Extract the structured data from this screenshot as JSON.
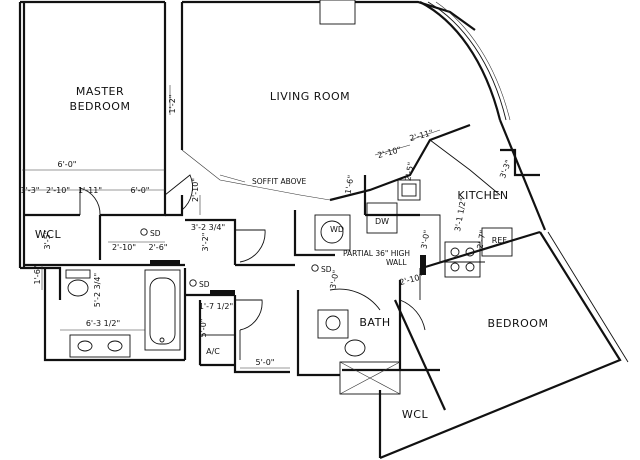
{
  "rooms": {
    "master_bedroom_line1": "MASTER",
    "master_bedroom_line2": "BEDROOM",
    "living_room": "LIVING ROOM",
    "kitchen": "KITCHEN",
    "bedroom": "BEDROOM",
    "bath": "BATH",
    "wcl_left": "WCL",
    "wcl_right": "WCL"
  },
  "fixtures": {
    "wd": "WD",
    "dw": "DW",
    "ref": "REF.",
    "ac": "A/C",
    "sd1": "SD",
    "sd2": "SD",
    "sd3": "SD"
  },
  "notes": {
    "soffit_above": "SOFFIT ABOVE",
    "partial_wall_line1": "PARTIAL 36\" HIGH",
    "partial_wall_line2": "WALL"
  },
  "dimensions": {
    "d_1_2": "1'-2\"",
    "d_6_0_top": "6'-0\"",
    "d_1_3": "1'-3\"",
    "d_2_10_a": "2'-10\"",
    "d_1_11": "1'-11\"",
    "d_6_0_mid": "6'-0\"",
    "d_2_10_vert": "2'-10\"",
    "d_3_5": "3'-5\"",
    "d_2_10_b": "2'-10\"",
    "d_2_6": "2'-6\"",
    "d_3_2_3_4": "3'-2 3/4\"",
    "d_3_2": "3'-2\"",
    "d_1_6": "1'-6\"",
    "d_5_2_3_4": "5'-2 3/4\"",
    "d_6_3_1_2": "6'-3 1/2\"",
    "d_1_7_1_2": "1'-7 1/2\"",
    "d_5_0_vert": "5'-0\"",
    "d_5_0_bottom": "5'-0\"",
    "d_2_10_kit": "2'-10\"",
    "d_2_11": "2'-11\"",
    "d_3_3": "3'-3\"",
    "d_2_5": "2'-5\"",
    "d_1_6_kit": "1'-6\"",
    "d_3_1_2": "3'-1 1/2\"",
    "d_2_7": "2'-7\"",
    "d_3_0_a": "3'-0\"",
    "d_3_0_b": "3'-0\"",
    "d_2_10_bath": "2'-10\""
  }
}
